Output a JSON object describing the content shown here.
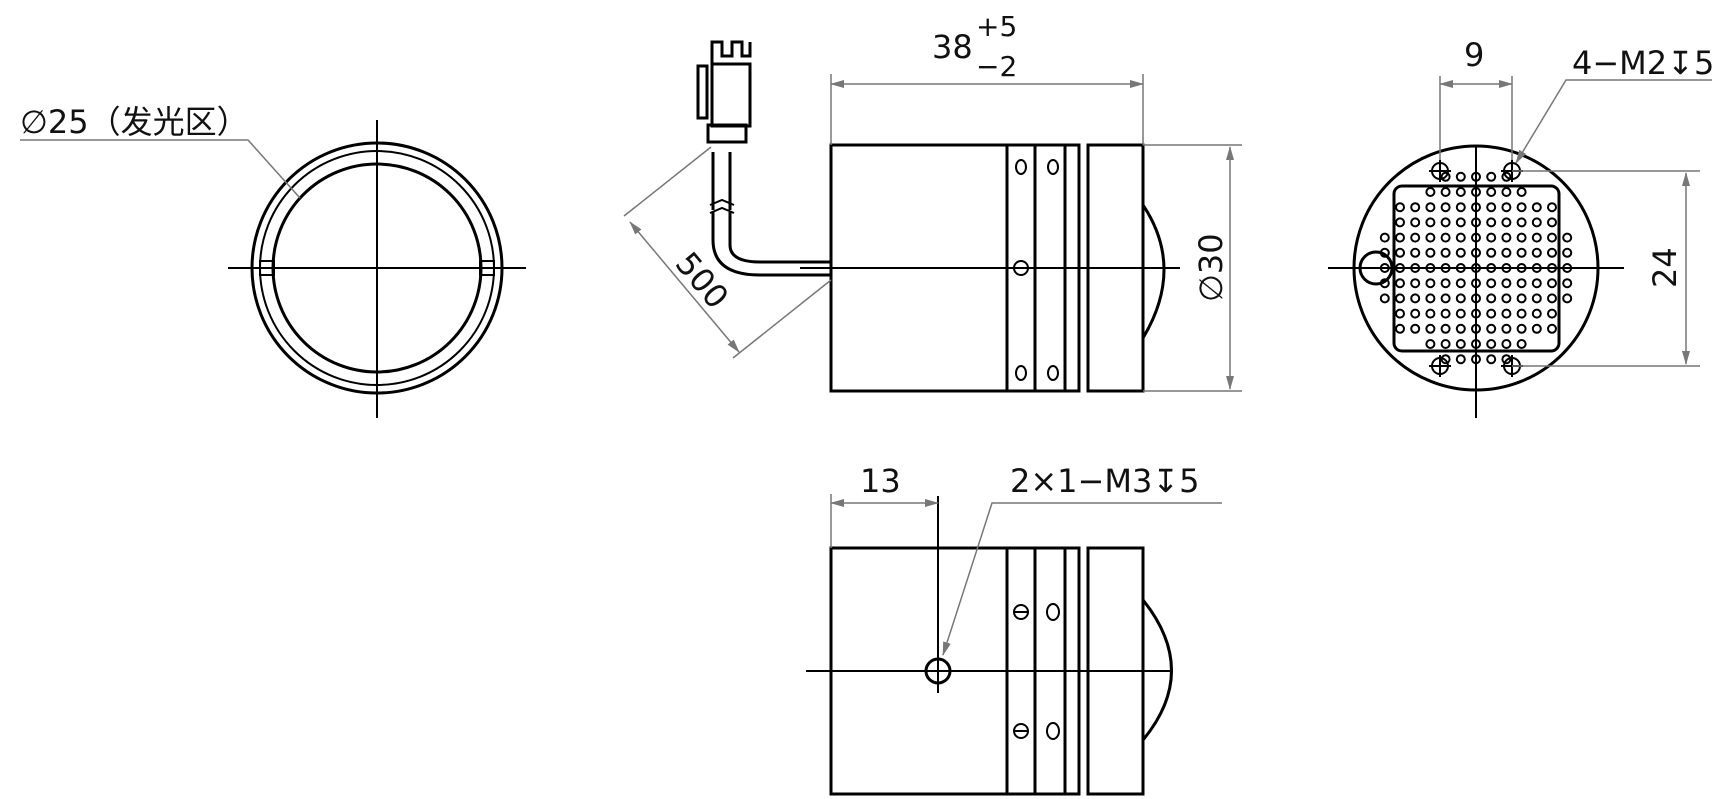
{
  "labels": {
    "emit_diameter": "∅25（发光区）",
    "length_main": "38",
    "tol_plus": "+5",
    "tol_minus": "−2",
    "cable_length": "500",
    "body_diameter": "∅30",
    "hole_spacing_h": "9",
    "rear_holes": "4−M2↧5",
    "hole_spacing_v": "24",
    "side_offset": "13",
    "side_holes": "2×1−M3↧5"
  },
  "colors": {
    "line": "#000000",
    "dimension": "#777777",
    "background": "#ffffff"
  }
}
